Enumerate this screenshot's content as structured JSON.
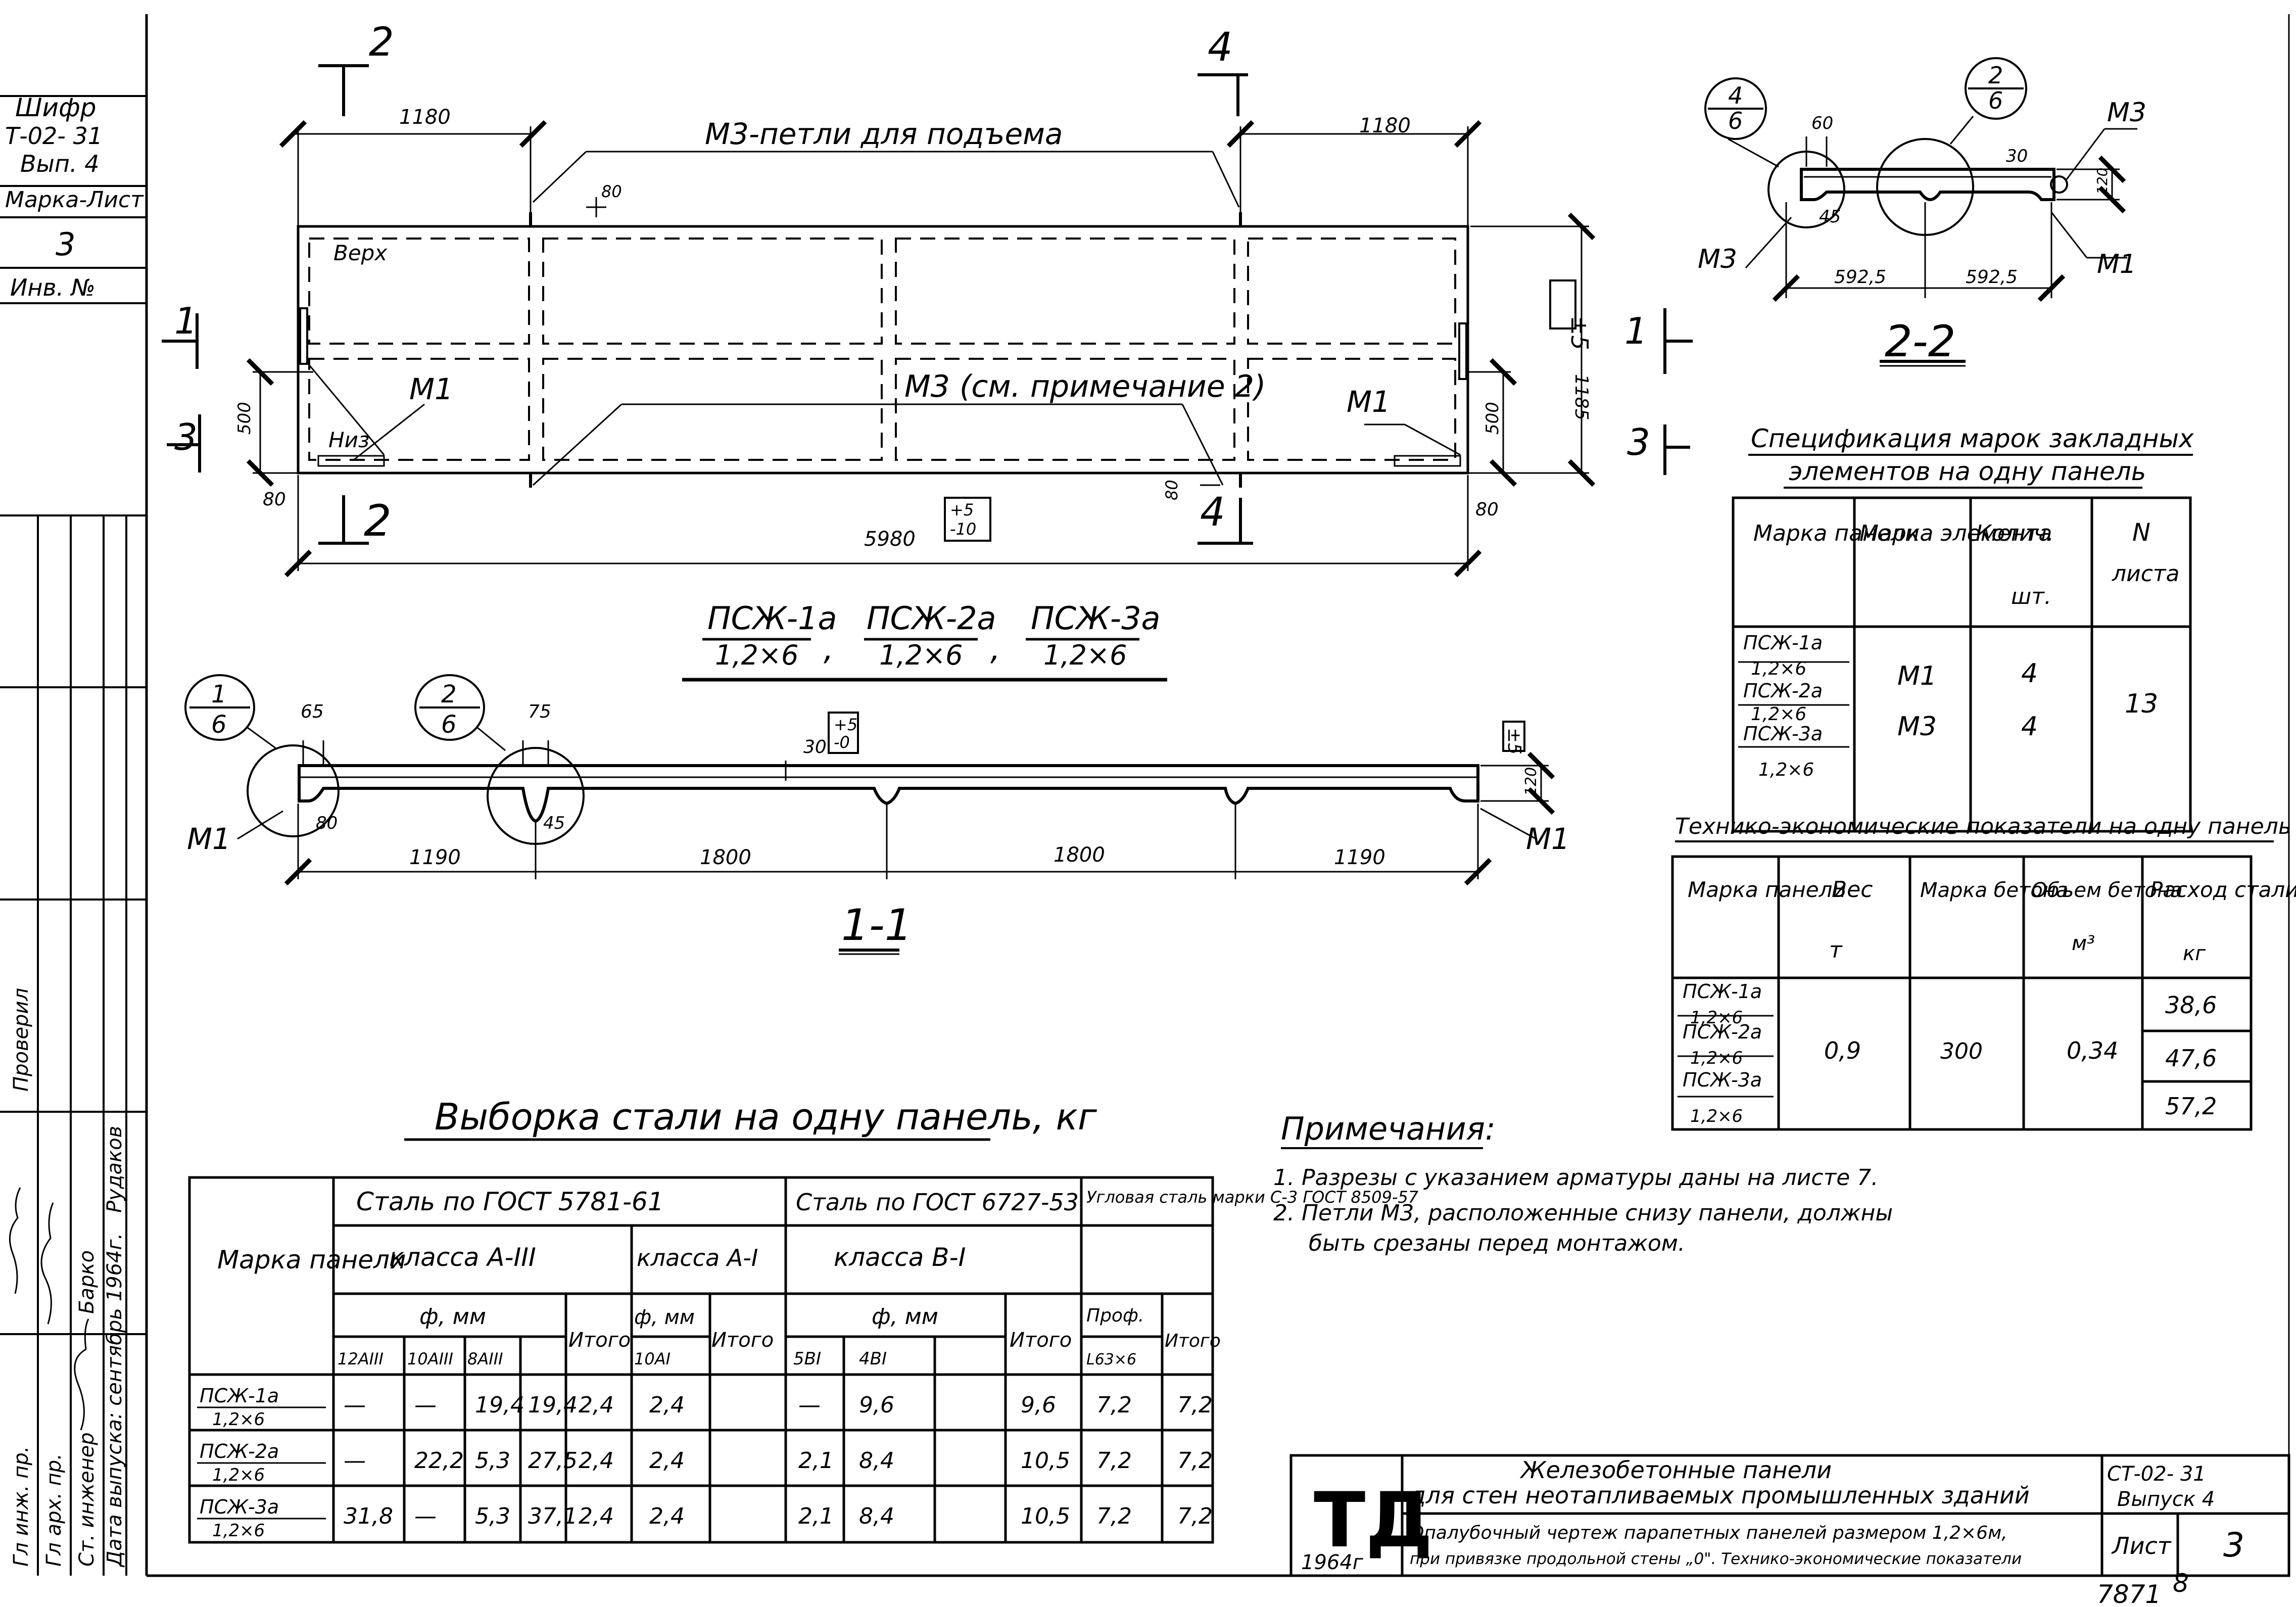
{
  "side": {
    "shifr": "Шифр",
    "shifr_code": "Т-02- 31",
    "vyp": "Вып. 4",
    "marka_list": "Марка-Лист",
    "marka_num": "3",
    "inv": "Инв. №",
    "sig_cols": [
      "Гл инж. пр.",
      "Гл арх. пр.",
      "Ст. инженер",
      "Дата выпуска: сентябрь 1964г."
    ],
    "sig_check": "Проверил",
    "sig_names": [
      "Барко",
      "Рудаков"
    ]
  },
  "elev": {
    "sec2_top": "2",
    "sec4_top": "4",
    "sec2_bot": "2",
    "sec4_bot": "4",
    "sec1_l": "1",
    "sec1_r": "1",
    "sec3_l": "3",
    "sec3_r": "3",
    "dim1180l": "1180",
    "dim1180r": "1180",
    "loops": "М3-петли для подъема",
    "dim80top": "80",
    "verh": "Верх",
    "niz": "Низ",
    "m1l": "М1",
    "m1r": "М1",
    "m3note": "М3 (см. примечание 2)",
    "tol5": "±5",
    "dim1185": "1185",
    "dim500l": "500",
    "dim500r": "500",
    "dim80bl": "80",
    "dim80br": "80",
    "dim80b": "80",
    "dim5980": "5980",
    "tolp": "+5",
    "tolm": "-10"
  },
  "titles": {
    "t1": "ПСЖ-1а",
    "t1b": "1,2×6",
    "t2": "ПСЖ-2а",
    "t2b": "1,2×6",
    "t3": "ПСЖ-3а",
    "t3b": "1,2×6",
    "comma": ","
  },
  "sec11": {
    "c1n": "1",
    "c1d": "6",
    "c2n": "2",
    "c2d": "6",
    "d65": "65",
    "d75": "75",
    "d30": "30",
    "tp": "+5",
    "tm": "-0",
    "t5": "±5",
    "d120": "120",
    "d80": "80",
    "d45": "45",
    "m1l": "М1",
    "m1r": "М1",
    "d1190l": "1190",
    "d1800a": "1800",
    "d1800b": "1800",
    "d1190r": "1190",
    "label": "1-1"
  },
  "sec22": {
    "c4n": "4",
    "c4d": "6",
    "c2n": "2",
    "c2d": "6",
    "d60": "60",
    "d30": "30",
    "d120": "120",
    "d45": "45",
    "m3a": "М3",
    "m3b": "М3",
    "m1": "М1",
    "d5925a": "592,5",
    "d5925b": "592,5",
    "label": "2-2"
  },
  "spec": {
    "title1": "Спецификация марок закладных",
    "title2": "элементов на одну панель",
    "h_marka_pan": "Марка панели",
    "h_marka_el": "Марка элемента",
    "h_kol": "Колич.",
    "h_kol_u": "шт.",
    "h_n": "N",
    "h_list": "листа",
    "rows": [
      [
        "ПСЖ-1а",
        "1,2×6"
      ],
      [
        "ПСЖ-2а",
        "1,2×6"
      ],
      [
        "ПСЖ-3а",
        "1,2×6"
      ]
    ],
    "el1": "М1",
    "el2": "М3",
    "k1": "4",
    "k2": "4",
    "list": "13"
  },
  "tep": {
    "title": "Технико-экономические показатели на одну панель",
    "h": [
      "Марка панели",
      "Вес",
      "Марка бетона",
      "Объем бетона",
      "Расход стали"
    ],
    "u": [
      "",
      "т",
      "",
      "м³",
      "кг"
    ],
    "rows": [
      [
        "ПСЖ-1а",
        "1,2×6"
      ],
      [
        "ПСЖ-2а",
        "1,2×6"
      ],
      [
        "ПСЖ-3а",
        "1,2×6"
      ]
    ],
    "ves": "0,9",
    "beton": "300",
    "obem": "0,34",
    "stal": [
      "38,6",
      "47,6",
      "57,2"
    ]
  },
  "notes": {
    "title": "Примечания:",
    "n1": "1. Разрезы с указанием арматуры даны на листе 7.",
    "n2a": "2. Петли М3, расположенные снизу панели, должны",
    "n2b": "быть срезаны перед монтажом."
  },
  "steel": {
    "title": "Выборка стали на одну панель, кг",
    "h_marka": "Марка панели",
    "h_g5781": "Сталь по ГОСТ 5781-61",
    "h_g6727": "Сталь по ГОСТ 6727-53",
    "h_ugl": "Угловая сталь марки С-3 ГОСТ 8509-57",
    "h_cls3": "класса А-III",
    "h_cls1": "класса А-I",
    "h_clsB": "класса В-I",
    "h_phi": "ф, мм",
    "h_itogo": "Итого",
    "h_prof": "Проф.",
    "h_cols": [
      "12АIII",
      "10АIII",
      "8АIII",
      "10АI",
      "5ВI",
      "4ВI",
      "L63×6"
    ],
    "rows": [
      {
        "m": "ПСЖ-1а",
        "s": "1,2×6",
        "v": [
          "—",
          "—",
          "19,4",
          "19,4",
          "2,4",
          "2,4",
          "—",
          "9,6",
          "",
          "9,6",
          "7,2",
          "7,2"
        ]
      },
      {
        "m": "ПСЖ-2а",
        "s": "1,2×6",
        "v": [
          "—",
          "22,2",
          "5,3",
          "27,5",
          "2,4",
          "2,4",
          "2,1",
          "8,4",
          "",
          "10,5",
          "7,2",
          "7,2"
        ]
      },
      {
        "m": "ПСЖ-3а",
        "s": "1,2×6",
        "v": [
          "31,8",
          "—",
          "5,3",
          "37,1",
          "2,4",
          "2,4",
          "2,1",
          "8,4",
          "",
          "10,5",
          "7,2",
          "7,2"
        ]
      }
    ]
  },
  "stamp": {
    "logo": "ТД",
    "year": "1964г",
    "line1": "Железобетонные панели",
    "line2": "для стен неотапливаемых промышленных зданий",
    "line3": "Опалубочный чертеж парапетных панелей размером 1,2×6м,",
    "line4": "при привязке продольной стены „0\". Технико-экономические показатели",
    "code": "СТ-02- 31",
    "vyp": "Выпуск 4",
    "list": "Лист",
    "num": "3"
  },
  "footer": {
    "n1": "7871",
    "n2": "8"
  }
}
